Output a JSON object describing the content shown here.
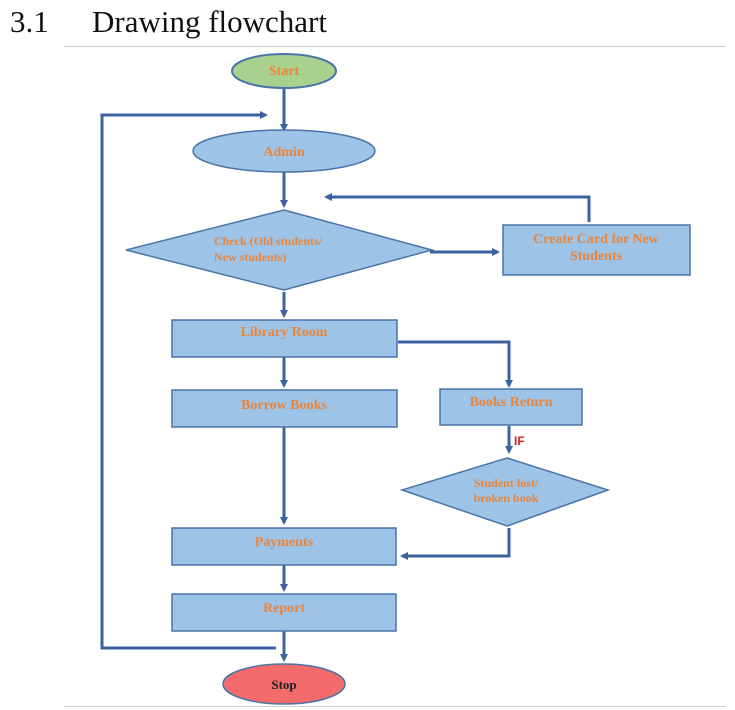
{
  "section": {
    "number": "3.1",
    "title": "Drawing flowchart"
  },
  "flowchart": {
    "start": "Start",
    "admin": "Admin",
    "check_line1": "Check (Old students/",
    "check_line2": "New students)",
    "create_line1": "Create Card for New",
    "create_line2": "Students",
    "library_room": "Library Room",
    "borrow_books": "Borrow Books",
    "books_return": "Books Return",
    "if_label": "IF",
    "lost_line1": "Student lost/",
    "lost_line2": "broken book",
    "payments": "Payments",
    "report": "Report",
    "stop": "Stop"
  },
  "colors": {
    "node_fill": "#9dc3e6",
    "node_stroke": "#4a73a8",
    "arrow": "#3d62a0",
    "start_fill": "#a9d18e",
    "stop_fill": "#f36b6b",
    "label": "#e8853a",
    "if_label": "#e02020"
  }
}
